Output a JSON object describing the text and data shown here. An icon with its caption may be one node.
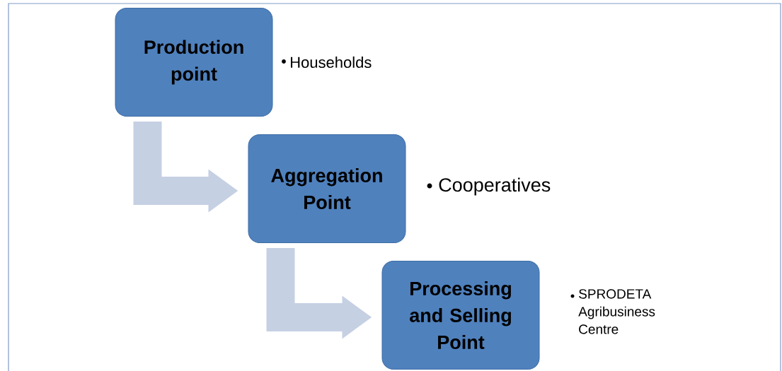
{
  "diagram": {
    "nodes": [
      {
        "text": [
          "Production point"
        ],
        "beside": [
          "Households"
        ]
      },
      {
        "text": [
          "Aggregation Point"
        ],
        "beside": [
          "Cooperatives"
        ]
      },
      {
        "text": [
          "Processing and Selling Point"
        ],
        "beside": [
          "SPRODETA Agribusiness Centre"
        ]
      }
    ],
    "edges": [
      {
        "from": 0,
        "to": 1,
        "arrow": "to"
      },
      {
        "from": 1,
        "to": 2,
        "arrow": "to"
      }
    ]
  }
}
